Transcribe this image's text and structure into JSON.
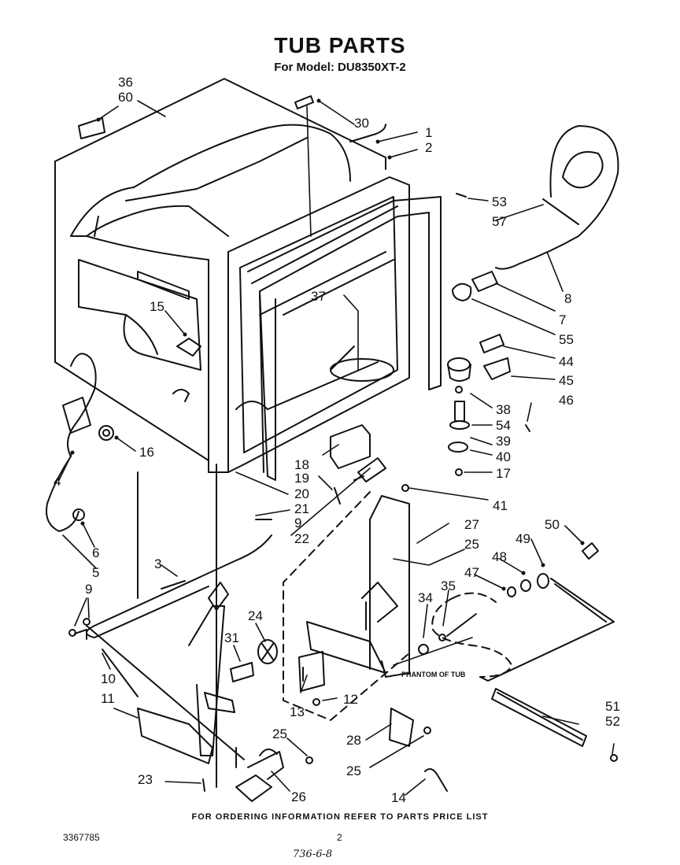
{
  "title": "TUB PARTS",
  "subtitle": "For Model: DU8350XT-2",
  "phantom_label": "PHANTOM OF TUB",
  "footer": "FOR ORDERING INFORMATION REFER TO PARTS PRICE LIST",
  "document_number": "3367785",
  "page_number": "2",
  "handwritten_note": "736-6-8",
  "callouts": [
    {
      "id": "c36",
      "text": "36"
    },
    {
      "id": "c60",
      "text": "60"
    },
    {
      "id": "c30",
      "text": "30"
    },
    {
      "id": "c1",
      "text": "1"
    },
    {
      "id": "c2",
      "text": "2"
    },
    {
      "id": "c53",
      "text": "53"
    },
    {
      "id": "c57",
      "text": "57"
    },
    {
      "id": "c8",
      "text": "8"
    },
    {
      "id": "c7",
      "text": "7"
    },
    {
      "id": "c55",
      "text": "55"
    },
    {
      "id": "c44",
      "text": "44"
    },
    {
      "id": "c45",
      "text": "45"
    },
    {
      "id": "c46",
      "text": "46"
    },
    {
      "id": "c38",
      "text": "38"
    },
    {
      "id": "c54",
      "text": "54"
    },
    {
      "id": "c39",
      "text": "39"
    },
    {
      "id": "c40",
      "text": "40"
    },
    {
      "id": "c17",
      "text": "17"
    },
    {
      "id": "c41",
      "text": "41"
    },
    {
      "id": "c37",
      "text": "37"
    },
    {
      "id": "c15",
      "text": "15"
    },
    {
      "id": "c16",
      "text": "16"
    },
    {
      "id": "c4",
      "text": "4"
    },
    {
      "id": "c6",
      "text": "6"
    },
    {
      "id": "c5",
      "text": "5"
    },
    {
      "id": "c18",
      "text": "18"
    },
    {
      "id": "c19",
      "text": "19"
    },
    {
      "id": "c20",
      "text": "20"
    },
    {
      "id": "c21",
      "text": "21"
    },
    {
      "id": "c9a",
      "text": "9"
    },
    {
      "id": "c22",
      "text": "22"
    },
    {
      "id": "c27",
      "text": "27"
    },
    {
      "id": "c25a",
      "text": "25"
    },
    {
      "id": "c50",
      "text": "50"
    },
    {
      "id": "c49",
      "text": "49"
    },
    {
      "id": "c48",
      "text": "48"
    },
    {
      "id": "c47",
      "text": "47"
    },
    {
      "id": "c35",
      "text": "35"
    },
    {
      "id": "c34",
      "text": "34"
    },
    {
      "id": "c3",
      "text": "3"
    },
    {
      "id": "c9b",
      "text": "9"
    },
    {
      "id": "c24",
      "text": "24"
    },
    {
      "id": "c31",
      "text": "31"
    },
    {
      "id": "c10",
      "text": "10"
    },
    {
      "id": "c11",
      "text": "11"
    },
    {
      "id": "c13",
      "text": "13"
    },
    {
      "id": "c12",
      "text": "12"
    },
    {
      "id": "c51",
      "text": "51"
    },
    {
      "id": "c52",
      "text": "52"
    },
    {
      "id": "c28",
      "text": "28"
    },
    {
      "id": "c25b",
      "text": "25"
    },
    {
      "id": "c25c",
      "text": "25"
    },
    {
      "id": "c23",
      "text": "23"
    },
    {
      "id": "c26",
      "text": "26"
    },
    {
      "id": "c14",
      "text": "14"
    }
  ]
}
